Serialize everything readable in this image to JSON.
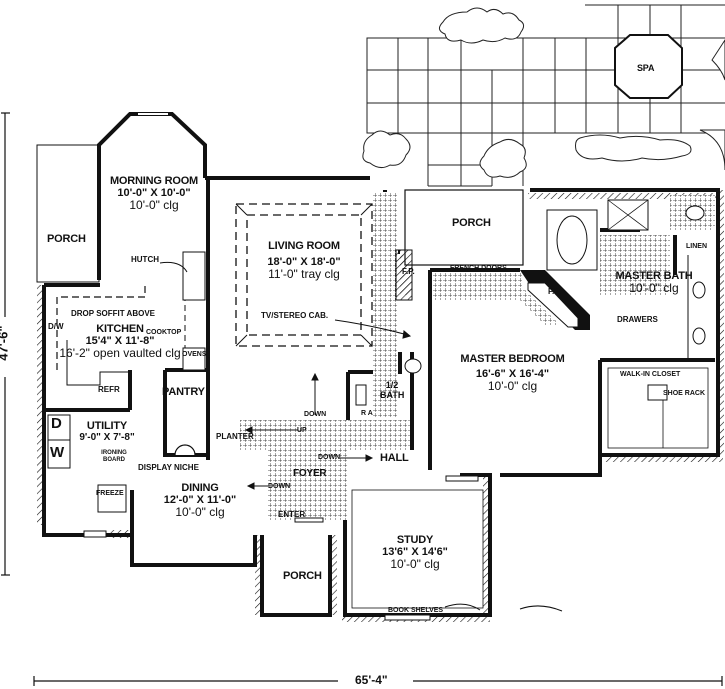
{
  "plan": {
    "overall_width": "65'-4\"",
    "overall_depth": "47'-6\""
  },
  "rooms": {
    "morning_room": {
      "name": "MORNING ROOM",
      "size": "10'-0\" X 10'-0\"",
      "ceiling": "10'-0\" clg"
    },
    "living_room": {
      "name": "LIVING ROOM",
      "size": "18'-0\" X 18'-0\"",
      "ceiling": "11'-0\" tray clg"
    },
    "kitchen": {
      "name": "KITCHEN",
      "size": "15'4\" X 11'-8\"",
      "ceiling": "16'-2\" open vaulted clg"
    },
    "utility": {
      "name": "UTILITY",
      "size": "9'-0\" X 7'-8\""
    },
    "pantry": {
      "name": "PANTRY"
    },
    "dining": {
      "name": "DINING",
      "size": "12'-0\" X 11'-0\"",
      "ceiling": "10'-0\" clg"
    },
    "master_bedroom": {
      "name": "MASTER BEDROOM",
      "size": "16'-6\" X 16'-4\"",
      "ceiling": "10'-0\" clg"
    },
    "master_bath": {
      "name": "MASTER BATH",
      "ceiling": "10'-0\" clg"
    },
    "walk_in_closet": {
      "name": "WALK-IN CLOSET"
    },
    "study": {
      "name": "STUDY",
      "size": "13'6\" X 14'6\"",
      "ceiling": "10'-0\" clg"
    },
    "half_bath": {
      "name": "1/2 BATH"
    },
    "foyer": {
      "name": "FOYER"
    },
    "hall": {
      "name": "HALL"
    },
    "porch_left": {
      "name": "PORCH"
    },
    "porch_rear": {
      "name": "PORCH"
    },
    "porch_front": {
      "name": "PORCH"
    },
    "spa": {
      "name": "SPA"
    }
  },
  "annotations": {
    "hutch": "HUTCH",
    "drop_soffit": "DROP SOFFIT ABOVE",
    "dw": "D/W",
    "cooktop": "COOKTOP",
    "ovens": "OVENS",
    "refr": "REFR",
    "washer": "W",
    "dryer": "D",
    "ironing_board": "IRONING BOARD",
    "freeze": "FREEZE",
    "display_niche": "DISPLAY NICHE",
    "planter": "PLANTER",
    "tv_stereo": "TV/STEREO CAB.",
    "fp_living": "F.P.",
    "fp_master": "F.P.",
    "french_doors": "FRENCH DOORS",
    "drawers": "DRAWERS",
    "linen": "LINEN",
    "shoe_rack": "SHOE RACK",
    "book_shelves": "BOOK SHELVES",
    "down_1": "DOWN",
    "up": "UP",
    "down_2": "DOWN",
    "down_3": "DOWN",
    "enter": "ENTER",
    "ra": "R  A"
  }
}
